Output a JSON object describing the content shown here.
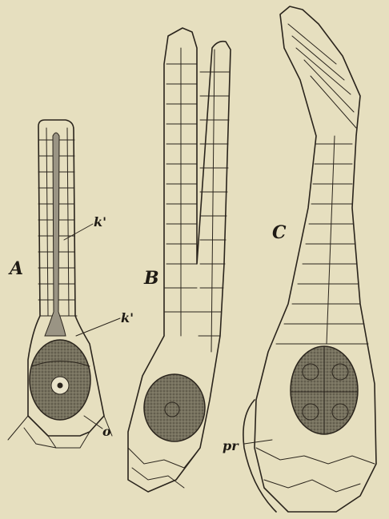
{
  "labels": {
    "a": "A",
    "b": "B",
    "c": "C",
    "k_upper": "k'",
    "k_lower": "k'",
    "o": "o",
    "pr": "pr"
  },
  "colors": {
    "paper": "#e6dfbf",
    "ink": "#2a241c",
    "egg": "#6f6a5c",
    "neck_canal": "#9a9484"
  }
}
